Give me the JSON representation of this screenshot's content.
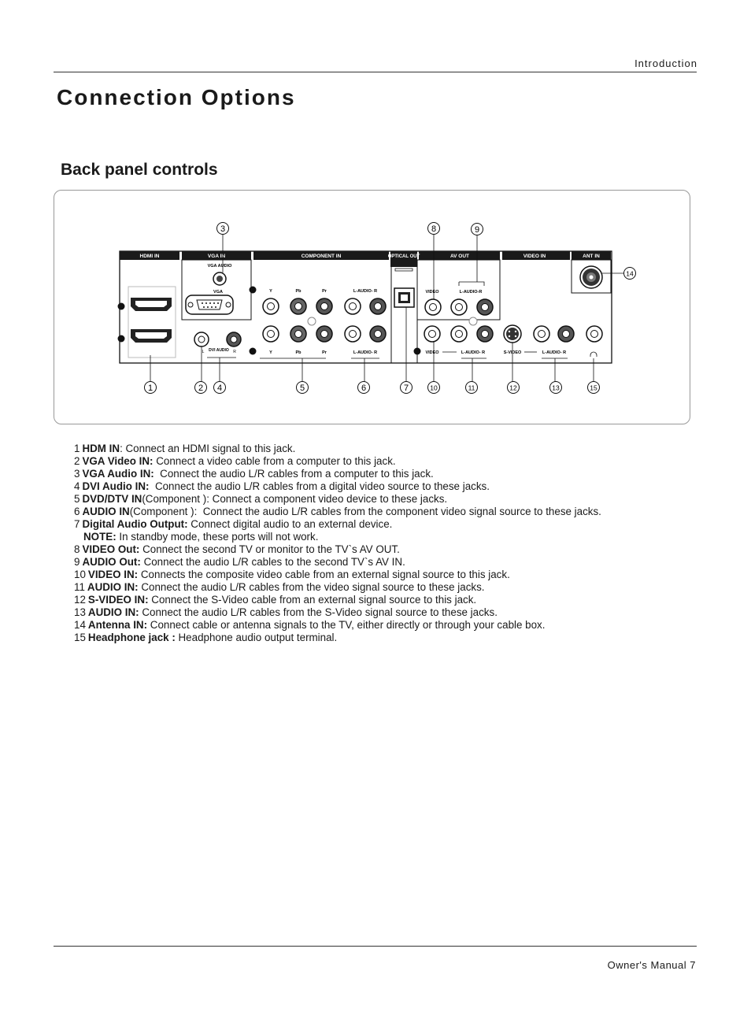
{
  "header": {
    "section": "Introduction"
  },
  "title": "Connection Options",
  "subtitle": "Back panel controls",
  "panel": {
    "sections": [
      "HDMI IN",
      "VGA IN",
      "COMPONENT IN",
      "OPTICAL OUT",
      "AV OUT",
      "VIDEO IN",
      "ANT IN"
    ],
    "labels": {
      "vga_audio": "VGA AUDIO",
      "vga": "VGA",
      "dvi_audio": "DVI AUDIO",
      "l": "L",
      "r": "R",
      "y": "Y",
      "pb": "Pb",
      "pr": "Pr",
      "l_audio_r_spaced": "L-AUDIO- R",
      "l_audio_r": "L-AUDIO-R",
      "video": "VIDEO",
      "s_video": "S-VIDEO"
    },
    "callouts": [
      "1",
      "2",
      "3",
      "4",
      "5",
      "6",
      "7",
      "8",
      "9",
      "10",
      "11",
      "12",
      "13",
      "14",
      "15"
    ]
  },
  "descriptions": [
    {
      "num": "1",
      "term": "HDM IN",
      "text": ": Connect an HDMI signal to this jack."
    },
    {
      "num": "2",
      "term": "VGA Video IN:",
      "text": " Connect a video cable from a computer to this jack."
    },
    {
      "num": "3",
      "term": "VGA Audio IN:",
      "text": "  Connect the audio L/R cables from a computer to this jack."
    },
    {
      "num": "4",
      "term": "DVI Audio IN:",
      "text": "  Connect the audio L/R cables from a digital video source to these jacks."
    },
    {
      "num": "5",
      "term": "DVD/DTV IN",
      "text": "(Component ): Connect a component video device to these jacks."
    },
    {
      "num": "6",
      "term": "AUDIO IN",
      "text": "(Component ):  Connect the audio L/R cables from the component video signal source to these jacks."
    },
    {
      "num": "7",
      "term": "Digital Audio Output:",
      "text": " Connect digital audio to an external device."
    },
    {
      "num": "",
      "term": "NOTE:",
      "text": " In standby mode, these ports will not work."
    },
    {
      "num": "8",
      "term": "VIDEO Out:",
      "text": " Connect the second TV or monitor to the TV`s AV OUT."
    },
    {
      "num": "9",
      "term": "AUDIO Out:",
      "text": " Connect the audio L/R cables to the second TV`s AV IN."
    },
    {
      "num": "10",
      "term": "VIDEO IN:",
      "text": " Connects the composite video cable from an external signal source to this jack."
    },
    {
      "num": "11",
      "term": "AUDIO IN:",
      "text": " Connect the audio L/R cables from the video signal source to these jacks."
    },
    {
      "num": "12",
      "term": "S-VIDEO IN:",
      "text": " Connect the S-Video cable from an external signal source to this jack."
    },
    {
      "num": "13",
      "term": "AUDIO IN:",
      "text": " Connect the audio L/R cables from the S-Video signal source to these jacks."
    },
    {
      "num": "14",
      "term": "Antenna IN:",
      "text": " Connect cable or antenna signals to the TV, either directly or through your cable box."
    },
    {
      "num": "15",
      "term": "Headphone jack :",
      "text": " Headphone audio output terminal."
    }
  ],
  "footer": {
    "label": "Owner's Manual 7"
  }
}
